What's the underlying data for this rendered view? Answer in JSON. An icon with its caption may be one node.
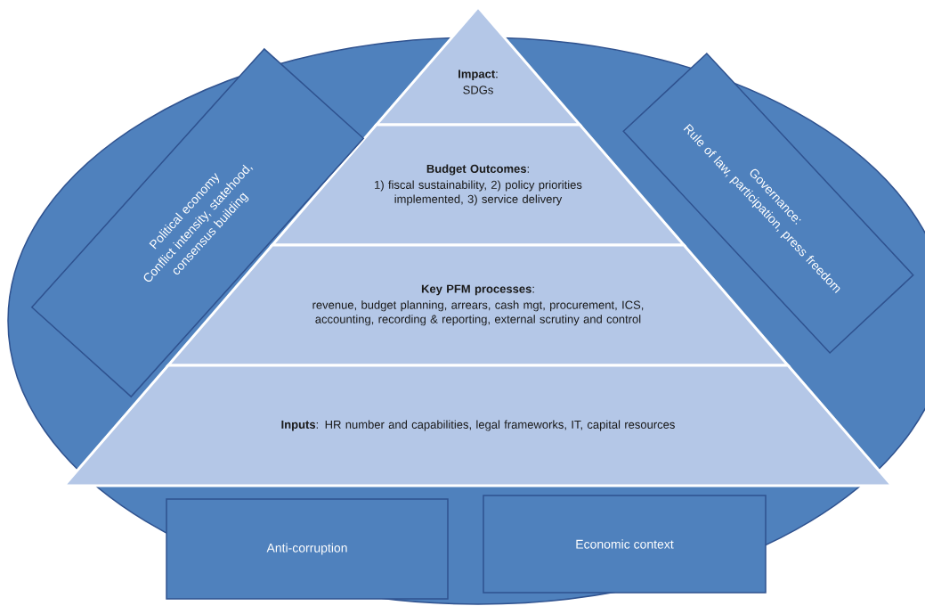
{
  "diagram": {
    "nodes": [
      {
        "text": [
          "**Impact**:",
          "SDGs"
        ]
      },
      {
        "text": [
          "**Budget Outcomes**:",
          "1) fiscal sustainability, 2) policy priorities implemented, 3) service delivery"
        ]
      },
      {
        "text": [
          "**Key PFM processes**:",
          "revenue, budget planning, arrears, cash mgt, procurement, ICS, accounting, recording & reporting, external scrutiny and control"
        ]
      },
      {
        "text": [
          "**Inputs**: HR number and capabilities, legal frameworks, IT, capital resources"
        ]
      },
      {
        "text": [
          "Political economy",
          "Conflict intensity, statehood, consensus building"
        ]
      },
      {
        "text": [
          "Governance:",
          "Rule of law, participation, press freedom"
        ]
      },
      {
        "text": [
          "Anti-corruption"
        ]
      },
      {
        "text": [
          "Economic context"
        ]
      }
    ],
    "edges": []
  }
}
